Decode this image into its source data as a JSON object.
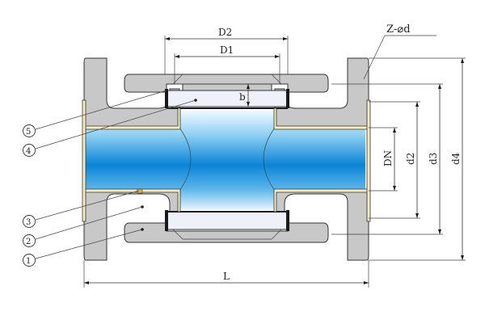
{
  "diagram": {
    "dimension_labels": {
      "D2": "D2",
      "D1": "D1",
      "Zd": "Z-⌀d",
      "b": "b",
      "DN": "DN",
      "d2": "d2",
      "d3": "d3",
      "d4": "d4",
      "L": "L"
    },
    "callouts": [
      "5",
      "4",
      "3",
      "2",
      "1"
    ],
    "colors": {
      "fluid_top": "#d8f0fa",
      "fluid_mid": "#0a84d8",
      "body_gray": "#c8c8c8",
      "liner_yellow": "#f4ecc0"
    }
  }
}
